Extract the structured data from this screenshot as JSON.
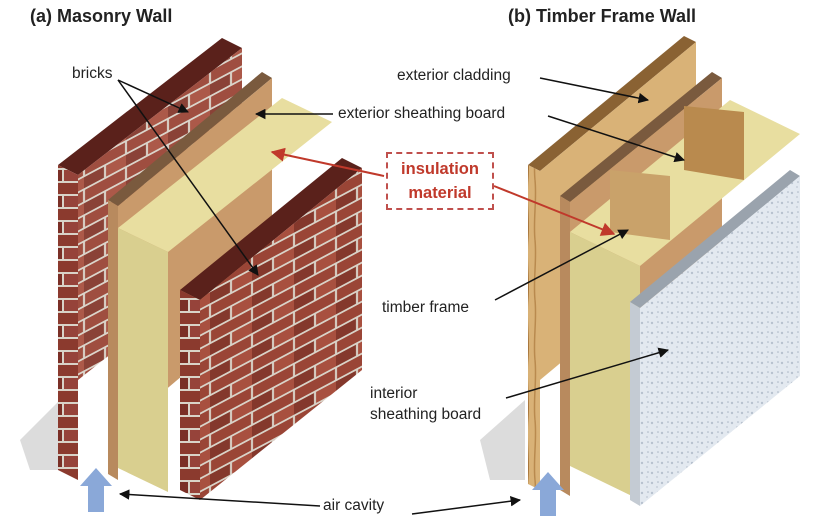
{
  "titles": {
    "masonry": "(a) Masonry Wall",
    "timber": "(b) Timber Frame Wall"
  },
  "labels": {
    "bricks": "bricks",
    "exterior_cladding": "exterior cladding",
    "exterior_sheathing_board": "exterior sheathing board",
    "insulation_line1": "insulation",
    "insulation_line2": "material",
    "timber_frame": "timber frame",
    "interior_sheathing_line1": "interior",
    "interior_sheathing_line2": "sheathing board",
    "air_cavity": "air cavity"
  },
  "colors": {
    "brick": "#8b3a2e",
    "mortar": "#d9d3c8",
    "insulation": "#d9cf8f",
    "timber": "#c9a26a",
    "cladding": "#d9b277",
    "sheathing": "#b88a5e",
    "interior_board": "#dfe6ee",
    "accent_red": "#c0392b",
    "air_arrow": "#8aa8d8"
  }
}
